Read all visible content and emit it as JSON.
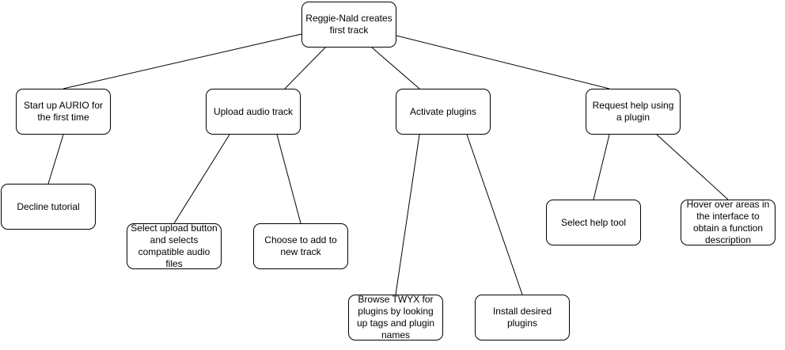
{
  "diagram": {
    "nodes": [
      {
        "id": "root",
        "label": "Reggie-Nald creates first track"
      },
      {
        "id": "startup",
        "label": "Start up AURIO for the first time"
      },
      {
        "id": "upload",
        "label": "Upload audio track"
      },
      {
        "id": "activate",
        "label": "Activate plugins"
      },
      {
        "id": "request",
        "label": "Request help using a plugin"
      },
      {
        "id": "decline",
        "label": "Decline tutorial"
      },
      {
        "id": "select",
        "label": "Select upload button and selects compatible audio files"
      },
      {
        "id": "choose",
        "label": "Choose to add to new track"
      },
      {
        "id": "browse",
        "label": "Browse TWYX for plugins by looking up tags and plugin names"
      },
      {
        "id": "install",
        "label": "Install desired plugins"
      },
      {
        "id": "helptool",
        "label": "Select help tool"
      },
      {
        "id": "hover",
        "label": "Hover over areas in the interface to obtain a function description"
      }
    ],
    "edges": [
      {
        "from": "root",
        "to": "startup"
      },
      {
        "from": "root",
        "to": "upload"
      },
      {
        "from": "root",
        "to": "activate"
      },
      {
        "from": "root",
        "to": "request"
      },
      {
        "from": "startup",
        "to": "decline"
      },
      {
        "from": "upload",
        "to": "select"
      },
      {
        "from": "upload",
        "to": "choose"
      },
      {
        "from": "activate",
        "to": "browse"
      },
      {
        "from": "activate",
        "to": "install"
      },
      {
        "from": "request",
        "to": "helptool"
      },
      {
        "from": "request",
        "to": "hover"
      }
    ]
  }
}
